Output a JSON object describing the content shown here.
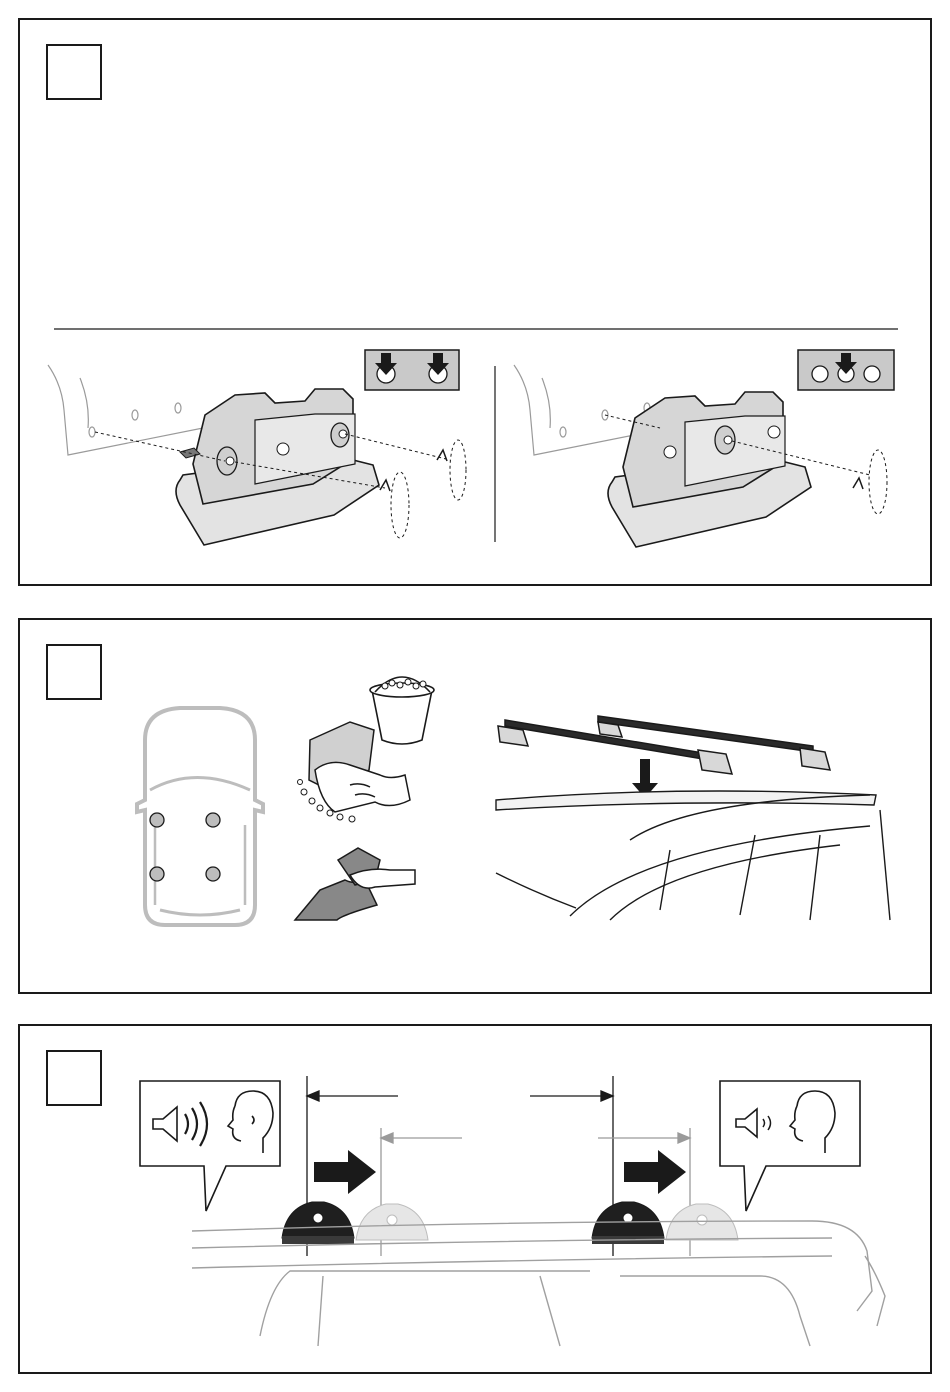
{
  "document": {
    "type": "installation-instructions",
    "steps": [
      {
        "number_box": "",
        "figure_left": {
          "indicator": "two-holes-arrows",
          "holes": 2
        },
        "figure_right": {
          "indicator": "three-holes-middle-arrow",
          "holes": 3
        }
      },
      {
        "number_box": "",
        "figures": [
          "car-top-view-foot-positions",
          "wash-with-soap",
          "wipe-dry",
          "place-bars-on-roof"
        ]
      },
      {
        "number_box": "",
        "figures": [
          "loud-click-left-foot",
          "quiet-click-right-foot",
          "slide-feet-direction-arrows"
        ]
      }
    ]
  },
  "colors": {
    "ink": "#1a1a1a",
    "grey": "#9a9a9a",
    "light": "#cfcfcf",
    "fill": "#e3e3e3"
  }
}
